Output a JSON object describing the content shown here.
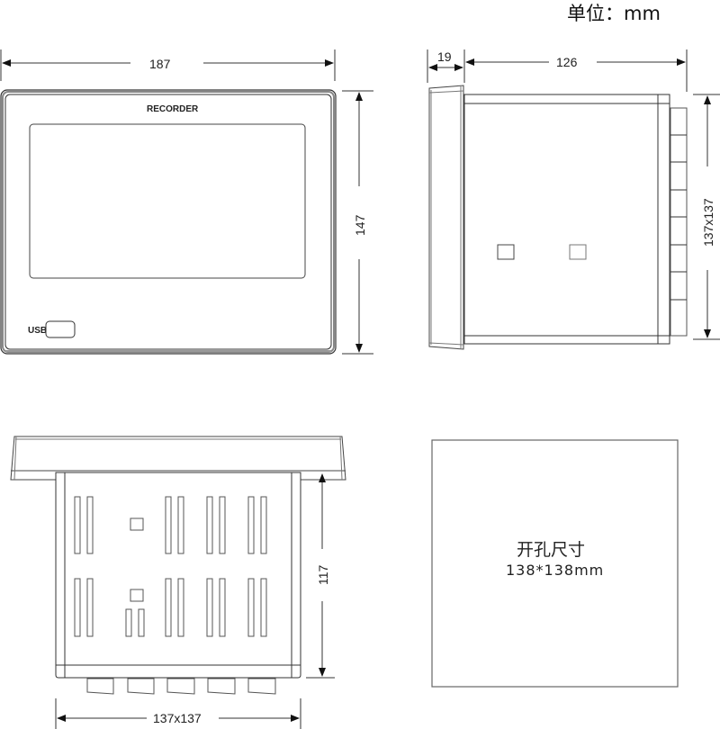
{
  "unit_label": "单位：mm",
  "front_view": {
    "width_dim": "187",
    "height_dim": "147",
    "brand_label": "RECORDER",
    "usb_label": "USB"
  },
  "side_view": {
    "bezel_depth_dim": "19",
    "body_depth_dim": "126",
    "height_dim": "137x137"
  },
  "top_view": {
    "depth_dim": "117",
    "width_dim": "137x137"
  },
  "cutout": {
    "title": "开孔尺寸",
    "size": "138*138mm"
  },
  "colors": {
    "line": "#333333",
    "line_light": "#777777",
    "bezel_fill": "#bfbfbf"
  }
}
